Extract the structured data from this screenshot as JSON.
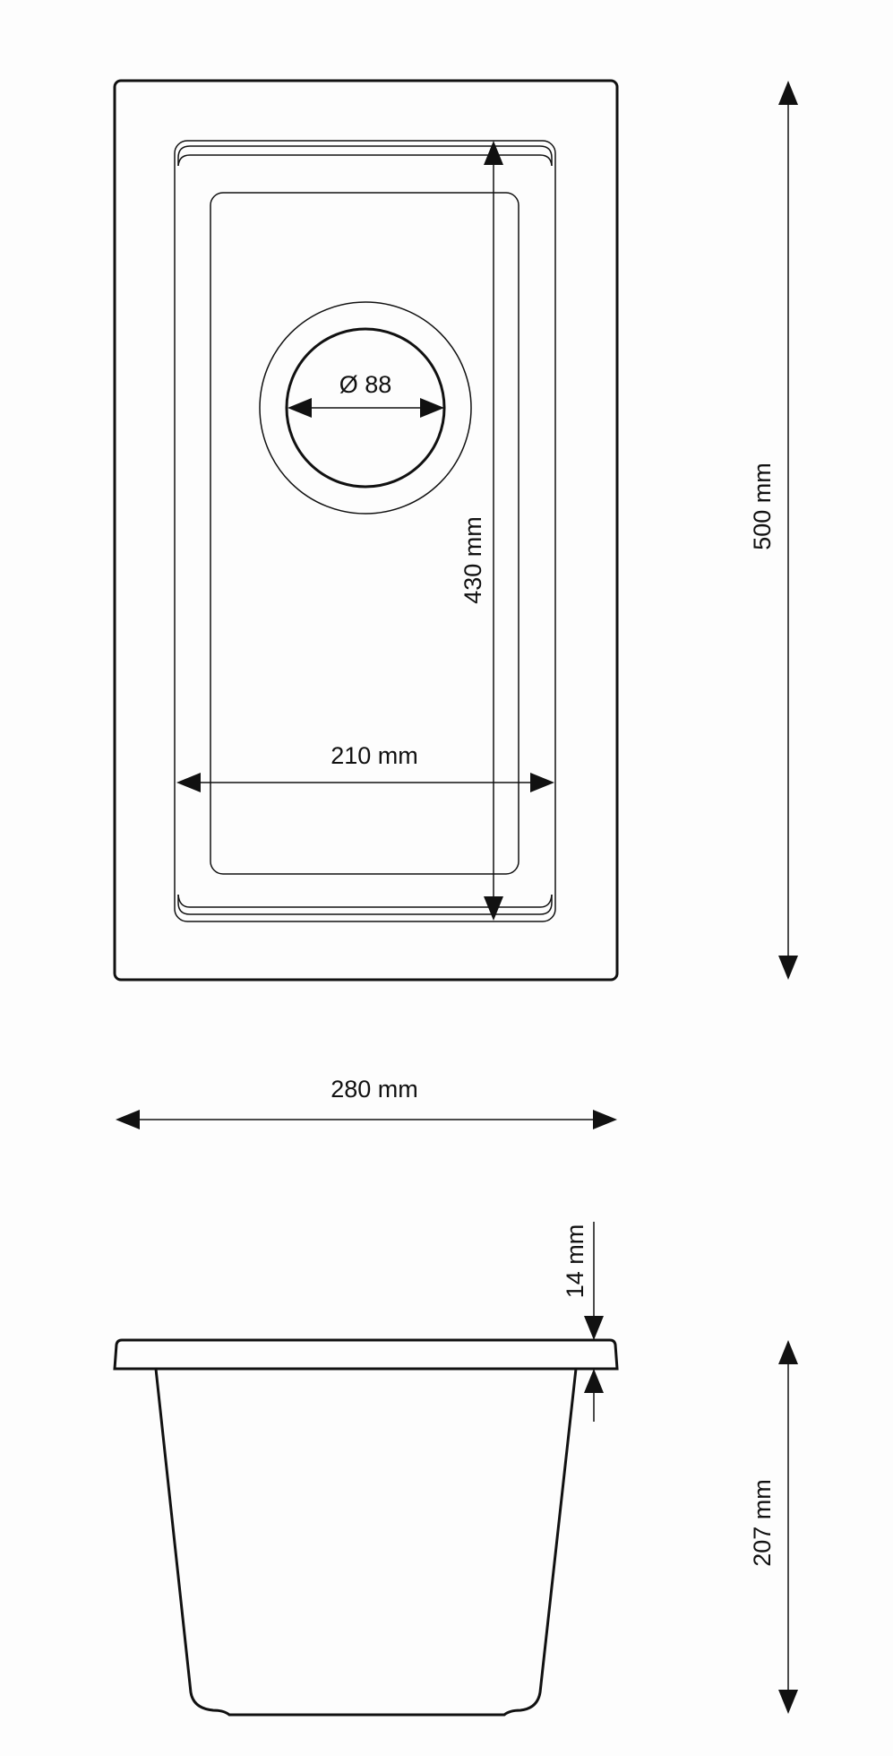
{
  "title": "Sink technical drawing",
  "dimensions": {
    "drain_diameter": "Ø 88",
    "bowl_length": "430 mm",
    "bowl_width": "210 mm",
    "overall_length": "500 mm",
    "overall_width": "280 mm",
    "rim_height": "14 mm",
    "bowl_depth": "207 mm"
  },
  "colors": {
    "line": "#111111",
    "background": "#fdfdfd"
  }
}
